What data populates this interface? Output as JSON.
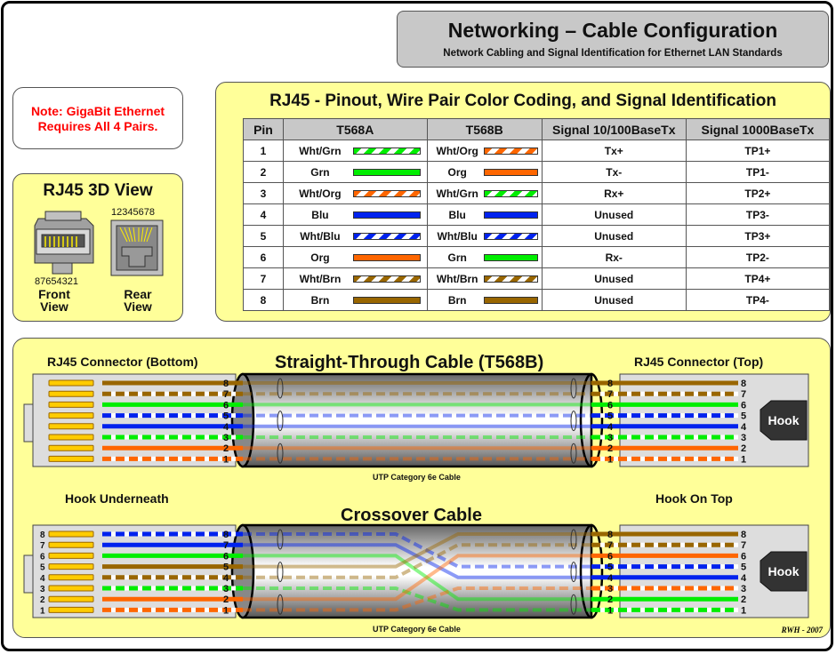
{
  "header": {
    "title": "Networking – Cable Configuration",
    "subtitle": "Network Cabling and Signal Identification for Ethernet LAN Standards"
  },
  "note": {
    "line1": "Note: GigaBit Ethernet",
    "line2": "Requires All 4 Pairs."
  },
  "rj45_view": {
    "title": "RJ45 3D View",
    "front_pins": "87654321",
    "rear_pins": "12345678",
    "front_label_1": "Front",
    "front_label_2": "View",
    "rear_label_1": "Rear",
    "rear_label_2": "View"
  },
  "pinout": {
    "title": "RJ45 -  Pinout, Wire Pair Color Coding, and Signal Identification",
    "headers": [
      "Pin",
      "T568A",
      "T568B",
      "Signal 10/100BaseTx",
      "Signal 1000BaseTx"
    ],
    "rows": [
      {
        "pin": "1",
        "a": "Wht/Grn",
        "a_color": "#00ee00",
        "a_striped": true,
        "b": "Wht/Org",
        "b_color": "#ff6600",
        "b_striped": true,
        "s100": "Tx+",
        "s1000": "TP1+"
      },
      {
        "pin": "2",
        "a": "Grn",
        "a_color": "#00ee00",
        "a_striped": false,
        "b": "Org",
        "b_color": "#ff6600",
        "b_striped": false,
        "s100": "Tx-",
        "s1000": "TP1-"
      },
      {
        "pin": "3",
        "a": "Wht/Org",
        "a_color": "#ff6600",
        "a_striped": true,
        "b": "Wht/Grn",
        "b_color": "#00ee00",
        "b_striped": true,
        "s100": "Rx+",
        "s1000": "TP2+"
      },
      {
        "pin": "4",
        "a": "Blu",
        "a_color": "#0022ee",
        "a_striped": false,
        "b": "Blu",
        "b_color": "#0022ee",
        "b_striped": false,
        "s100": "Unused",
        "s1000": "TP3-"
      },
      {
        "pin": "5",
        "a": "Wht/Blu",
        "a_color": "#0022ee",
        "a_striped": true,
        "b": "Wht/Blu",
        "b_color": "#0022ee",
        "b_striped": true,
        "s100": "Unused",
        "s1000": "TP3+"
      },
      {
        "pin": "6",
        "a": "Org",
        "a_color": "#ff6600",
        "a_striped": false,
        "b": "Grn",
        "b_color": "#00ee00",
        "b_striped": false,
        "s100": "Rx-",
        "s1000": "TP2-"
      },
      {
        "pin": "7",
        "a": "Wht/Brn",
        "a_color": "#996600",
        "a_striped": true,
        "b": "Wht/Brn",
        "b_color": "#996600",
        "b_striped": true,
        "s100": "Unused",
        "s1000": "TP4+"
      },
      {
        "pin": "8",
        "a": "Brn",
        "a_color": "#996600",
        "a_striped": false,
        "b": "Brn",
        "b_color": "#996600",
        "b_striped": false,
        "s100": "Unused",
        "s1000": "TP4-"
      }
    ]
  },
  "straight": {
    "title": "Straight-Through Cable (T568B)",
    "left_label": "RJ45 Connector (Bottom)",
    "right_label": "RJ45 Connector (Top)",
    "cable_label": "UTP Category 6e Cable",
    "hook_label": "Hook",
    "wires": [
      {
        "pin": 8,
        "color": "#996600",
        "striped": false,
        "to": 8
      },
      {
        "pin": 7,
        "color": "#996600",
        "striped": true,
        "to": 7
      },
      {
        "pin": 6,
        "color": "#00ee00",
        "striped": false,
        "to": 6
      },
      {
        "pin": 5,
        "color": "#0022ee",
        "striped": true,
        "to": 5
      },
      {
        "pin": 4,
        "color": "#0022ee",
        "striped": false,
        "to": 4
      },
      {
        "pin": 3,
        "color": "#00ee00",
        "striped": true,
        "to": 3
      },
      {
        "pin": 2,
        "color": "#ff6600",
        "striped": false,
        "to": 2
      },
      {
        "pin": 1,
        "color": "#ff6600",
        "striped": true,
        "to": 1
      }
    ]
  },
  "crossover": {
    "title": "Crossover Cable",
    "left_label": "Hook Underneath",
    "right_label": "Hook On Top",
    "cable_label": "UTP Category 6e Cable",
    "hook_label": "Hook",
    "wires": [
      {
        "pin": 8,
        "color": "#0022ee",
        "striped": true,
        "to": 5
      },
      {
        "pin": 7,
        "color": "#0022ee",
        "striped": false,
        "to": 4
      },
      {
        "pin": 6,
        "color": "#00ee00",
        "striped": false,
        "to": 2
      },
      {
        "pin": 5,
        "color": "#996600",
        "striped": false,
        "to": 8
      },
      {
        "pin": 4,
        "color": "#996600",
        "striped": true,
        "to": 7
      },
      {
        "pin": 3,
        "color": "#00ee00",
        "striped": true,
        "to": 1
      },
      {
        "pin": 2,
        "color": "#ff6600",
        "striped": false,
        "to": 6
      },
      {
        "pin": 1,
        "color": "#ff6600",
        "striped": true,
        "to": 3
      }
    ]
  },
  "credit": "RWH - 2007"
}
